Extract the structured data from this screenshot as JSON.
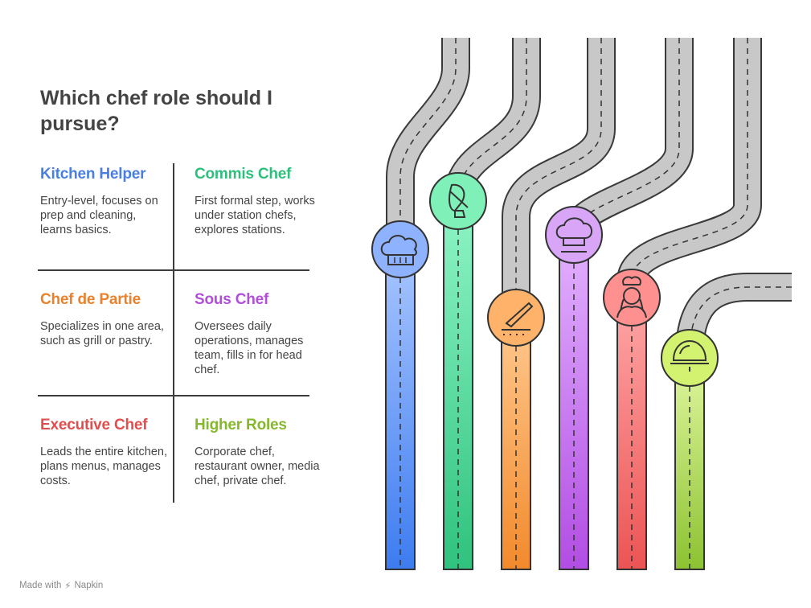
{
  "title": "Which chef role should I pursue?",
  "roles": [
    {
      "title": "Kitchen Helper",
      "desc": "Entry-level, focuses on prep and cleaning, learns basics.",
      "color": "#4a7fe0",
      "icon": "chef-hat-icon"
    },
    {
      "title": "Commis Chef",
      "desc": "First formal step, works under station chefs, explores stations.",
      "color": "#2fbf7c",
      "icon": "whisk-icon"
    },
    {
      "title": "Chef de Partie",
      "desc": "Specializes in one area, such as grill or pastry.",
      "color": "#e8822d",
      "icon": "knife-icon"
    },
    {
      "title": "Sous Chef",
      "desc": "Oversees daily operations, manages team, fills in for head chef.",
      "color": "#b14fd9",
      "icon": "toque-icon"
    },
    {
      "title": "Executive Chef",
      "desc": "Leads the entire kitchen, plans menus, manages costs.",
      "color": "#e04f4f",
      "icon": "female-chef-icon"
    },
    {
      "title": "Higher Roles",
      "desc": "Corporate chef, restaurant owner, media chef, private chef.",
      "color": "#86b82e",
      "icon": "cloche-icon"
    }
  ],
  "footer": {
    "made_with": "Made with",
    "brand": "Napkin"
  }
}
